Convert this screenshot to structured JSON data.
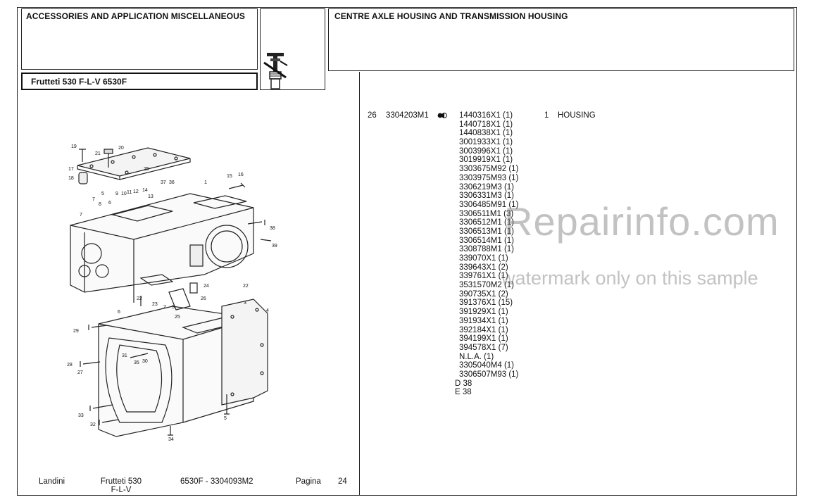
{
  "header": {
    "section_title": "ACCESSORIES AND APPLICATION MISCELLANEOUS",
    "group_title": "CENTRE AXLE HOUSING AND TRANSMISSION HOUSING",
    "model_label": "Frutteti 530 F-L-V  6530F",
    "icon": "gear-selector-icon"
  },
  "main_part": {
    "item": "26",
    "number": "3304203M1",
    "symbol": "half-filled-circle-icon",
    "qty": "1",
    "description": "HOUSING"
  },
  "sub_parts": [
    "1440316X1  (1)",
    "1440718X1  (1)",
    "1440838X1  (1)",
    "3001933X1  (1)",
    "3003996X1  (1)",
    "3019919X1  (1)",
    "3303675M92  (1)",
    "3303975M93  (1)",
    "3306219M3  (1)",
    "3306331M3  (1)",
    "3306485M91  (1)",
    "3306511M1  (3)",
    "3306512M1  (1)",
    "3306513M1  (1)",
    "3306514M1  (1)",
    "3308788M1  (1)",
    "339070X1  (1)",
    "339643X1  (2)",
    "339761X1  (1)",
    "3531570M2  (1)",
    "390735X1  (2)",
    "391376X1  (15)",
    "391929X1  (1)",
    "391934X1  (1)",
    "392184X1  (1)",
    "394199X1  (1)",
    "394578X1  (7)",
    "N.L.A.  (1)",
    "3305040M4  (1)",
    "3306507M93  (1)"
  ],
  "variants": [
    "D 38",
    "E 38"
  ],
  "diagram_callouts": [
    "19",
    "20",
    "21",
    "17",
    "18",
    "25",
    "15",
    "16",
    "37",
    "36",
    "1",
    "7",
    "5",
    "9",
    "10",
    "11",
    "12",
    "14",
    "13",
    "7",
    "6",
    "8",
    "38",
    "39",
    "24",
    "22",
    "22",
    "23",
    "2",
    "3",
    "6",
    "25",
    "26",
    "3",
    "4",
    "29",
    "31",
    "35",
    "30",
    "28",
    "27",
    "33",
    "32",
    "5",
    "34"
  ],
  "footer": {
    "brand": "Landini",
    "model_line1": "Frutteti 530",
    "model_line2": "F-L-V",
    "code": "6530F - 3304093M2",
    "page_label": "Pagina",
    "page_number": "24"
  },
  "watermark": {
    "main": "Repairinfo.com",
    "sub": "watermark only on this sample"
  }
}
